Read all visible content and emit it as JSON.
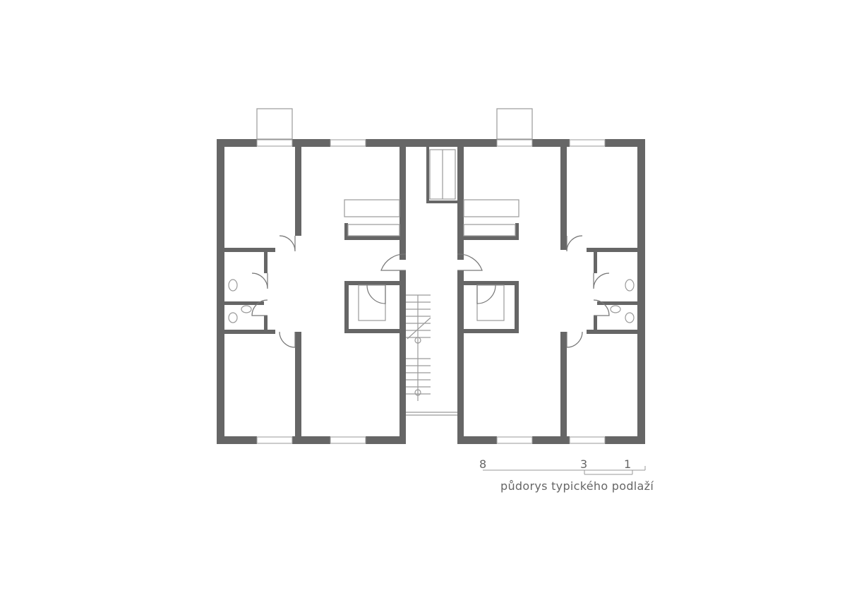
{
  "scale_bar": {
    "labels": [
      "8",
      "3",
      "1"
    ]
  },
  "caption": "půdorys typického podlaží"
}
